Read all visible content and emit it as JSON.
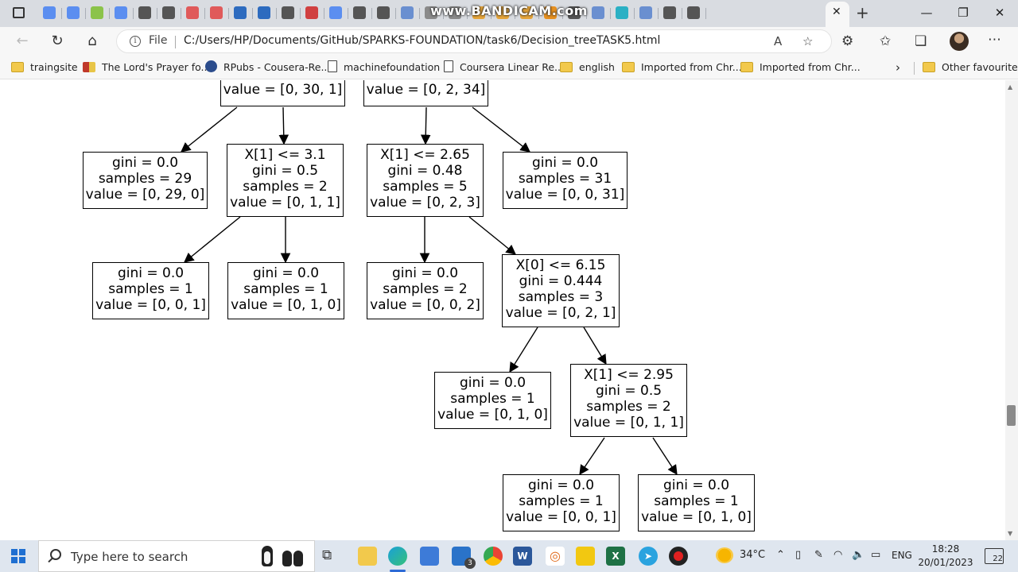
{
  "browser": {
    "watermark": "www.BANDICAM.com",
    "address": {
      "file_label": "File",
      "url": "C:/Users/HP/Documents/GitHub/SPARKS-FOUNDATION/task6/Decision_treeTASK5.html"
    },
    "bookmarks": [
      {
        "label": "traingsite",
        "icon": "folder-icon"
      },
      {
        "label": "The Lord's Prayer fo...",
        "icon": "bookmark-favicon"
      },
      {
        "label": "RPubs - Cousera-Re...",
        "icon": "rpubs-icon"
      },
      {
        "label": "machinefoundation",
        "icon": "page-icon"
      },
      {
        "label": "Coursera Linear Re...",
        "icon": "page-icon"
      },
      {
        "label": "english",
        "icon": "folder-icon"
      },
      {
        "label": "Imported from Chr...",
        "icon": "folder-icon"
      },
      {
        "label": "Imported from Chr...",
        "icon": "folder-icon"
      },
      {
        "label": "Other favourites",
        "icon": "folder-icon"
      }
    ]
  },
  "tree": {
    "nodes": [
      {
        "id": "n1",
        "lines": [
          "value = [0, 30, 1]"
        ]
      },
      {
        "id": "n2",
        "lines": [
          "value = [0, 2, 34]"
        ]
      },
      {
        "id": "n3",
        "lines": [
          "gini = 0.0",
          "samples = 29",
          "value = [0, 29, 0]"
        ]
      },
      {
        "id": "n4",
        "lines": [
          "X[1] <= 3.1",
          "gini = 0.5",
          "samples = 2",
          "value = [0, 1, 1]"
        ]
      },
      {
        "id": "n5",
        "lines": [
          "X[1] <= 2.65",
          "gini = 0.48",
          "samples = 5",
          "value = [0, 2, 3]"
        ]
      },
      {
        "id": "n6",
        "lines": [
          "gini = 0.0",
          "samples = 31",
          "value = [0, 0, 31]"
        ]
      },
      {
        "id": "n7",
        "lines": [
          "gini = 0.0",
          "samples = 1",
          "value = [0, 0, 1]"
        ]
      },
      {
        "id": "n8",
        "lines": [
          "gini = 0.0",
          "samples = 1",
          "value = [0, 1, 0]"
        ]
      },
      {
        "id": "n9",
        "lines": [
          "gini = 0.0",
          "samples = 2",
          "value = [0, 0, 2]"
        ]
      },
      {
        "id": "n10",
        "lines": [
          "X[0] <= 6.15",
          "gini = 0.444",
          "samples = 3",
          "value = [0, 2, 1]"
        ]
      },
      {
        "id": "n11",
        "lines": [
          "gini = 0.0",
          "samples = 1",
          "value = [0, 1, 0]"
        ]
      },
      {
        "id": "n12",
        "lines": [
          "X[1] <= 2.95",
          "gini = 0.5",
          "samples = 2",
          "value = [0, 1, 1]"
        ]
      },
      {
        "id": "n13",
        "lines": [
          "gini = 0.0",
          "samples = 1",
          "value = [0, 0, 1]"
        ]
      },
      {
        "id": "n14",
        "lines": [
          "gini = 0.0",
          "samples = 1",
          "value = [0, 1, 0]"
        ]
      }
    ]
  },
  "taskbar": {
    "search_placeholder": "Type here to search",
    "temperature": "34°C",
    "language": "ENG",
    "time": "18:28",
    "date": "20/01/2023",
    "notifications": "22",
    "mail_badge": "3"
  }
}
